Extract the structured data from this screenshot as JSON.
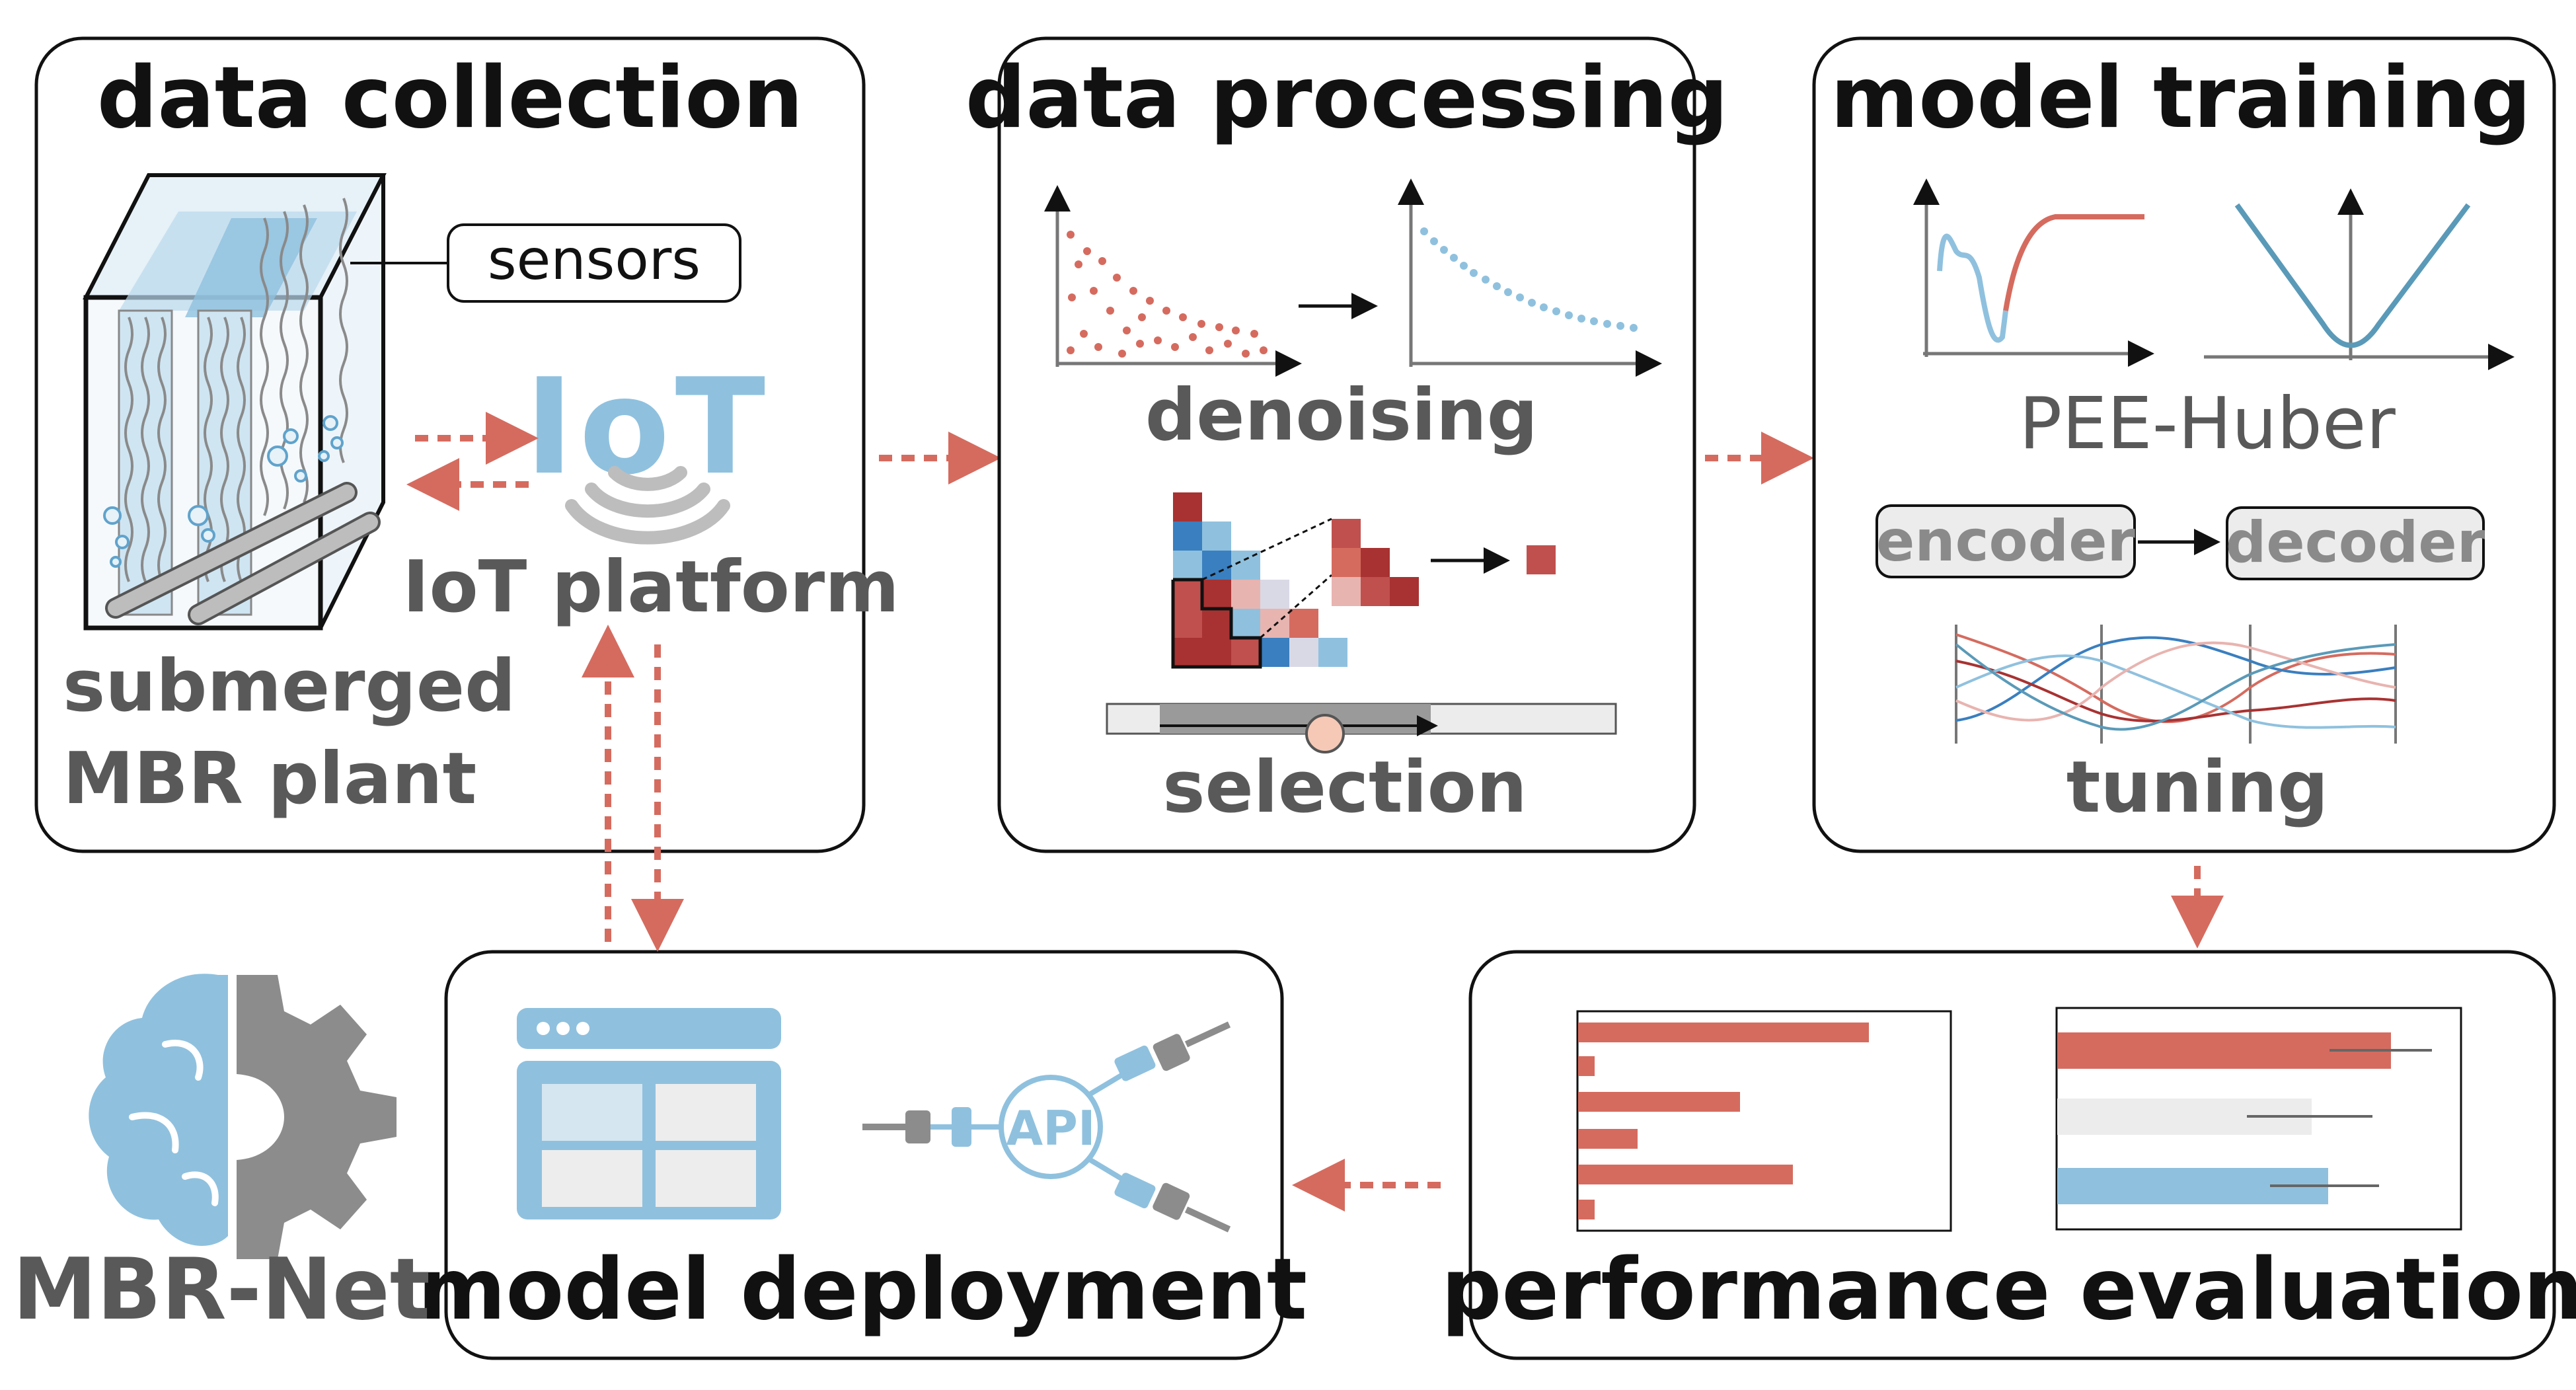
{
  "panels": {
    "data_collection": {
      "title": "data collection",
      "sensors_label": "sensors",
      "plant_label_line1": "submerged",
      "plant_label_line2": "MBR plant",
      "iot_logo_text": "IoT",
      "iot_label": "IoT platform"
    },
    "data_processing": {
      "title": "data processing",
      "denoising_label": "denoising",
      "selection_label": "selection"
    },
    "model_training": {
      "title": "model training",
      "loss_label": "PEE-Huber",
      "encoder_label": "encoder",
      "decoder_label": "decoder",
      "tuning_label": "tuning"
    },
    "model_deployment": {
      "title": "model deployment",
      "api_label": "API"
    },
    "performance_evaluation": {
      "title": "performance evaluation"
    }
  },
  "brand": {
    "name": "MBR-Net"
  },
  "colors": {
    "accent_red": "#d56b5f",
    "accent_blue": "#8fc1de",
    "dark_red": "#a83232",
    "dark_blue": "#3a7fbf",
    "gray": "#8c8c8c",
    "light_gray": "#ececec",
    "text_dark": "#111111",
    "text_gray": "#595959"
  },
  "icons": [
    "mbr-tank-icon",
    "iot-wifi-icon",
    "web-dashboard-icon",
    "api-plug-icon",
    "brain-gear-icon"
  ]
}
